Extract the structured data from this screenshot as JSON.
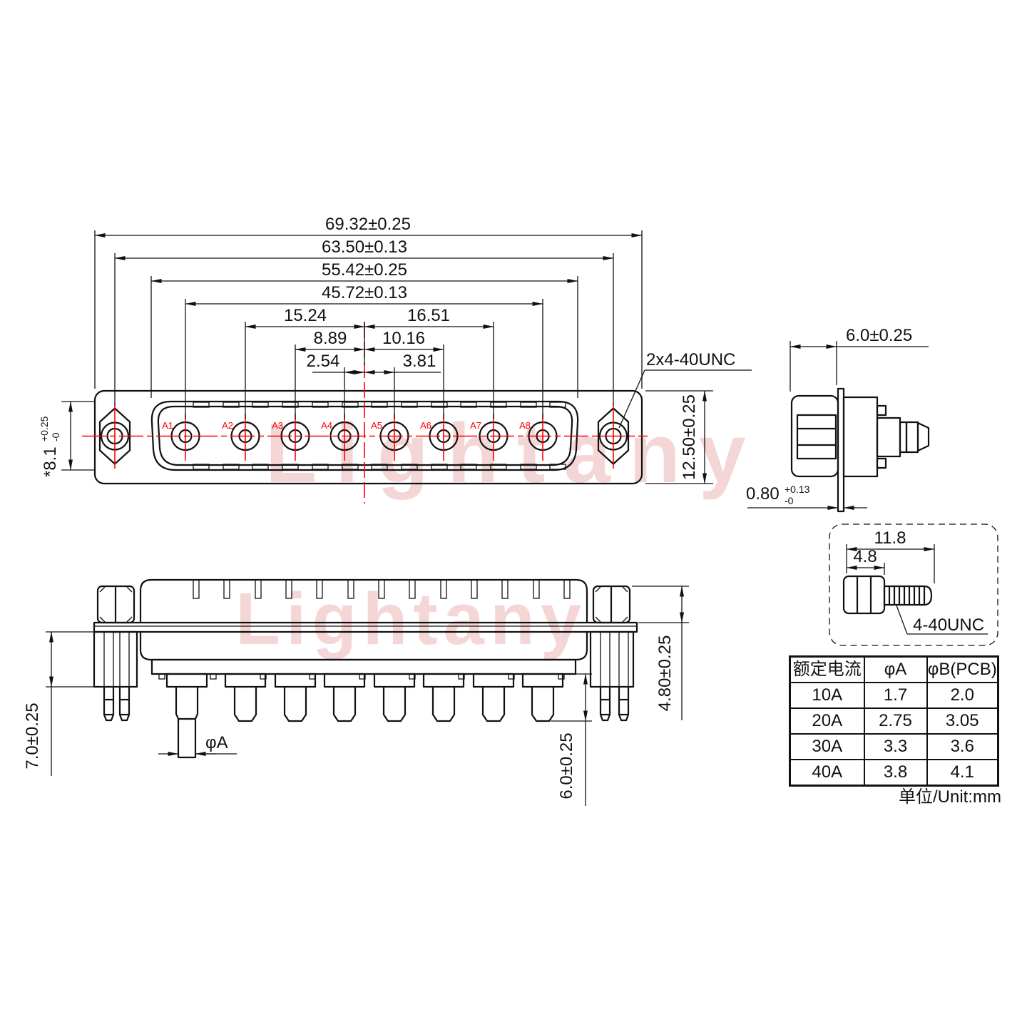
{
  "watermark": {
    "text": "Lightany",
    "color": "#e9a0a0"
  },
  "front_view": {
    "pin_labels": [
      "A1",
      "A2",
      "A3",
      "A4",
      "A5",
      "A6",
      "A7",
      "A8"
    ],
    "thread_callout": "2x4-40UNC",
    "dims": {
      "overall_width": "69.32±0.25",
      "mount_hole_span": "63.50±0.13",
      "shell_width": "55.42±0.25",
      "pin_span": "45.72±0.13",
      "a2_to_center": "15.24",
      "center_to_a7": "16.51",
      "a3_to_center": "8.89",
      "center_to_a6": "10.16",
      "a4_to_center": "2.54",
      "center_to_a5": "3.81",
      "face_height": {
        "value": "*8.1",
        "plus": "+0.25",
        "minus": "-0"
      },
      "body_height": "12.50±0.25"
    }
  },
  "side_view": {
    "dims": {
      "depth": "6.0±0.25",
      "flange_thickness": {
        "value": "0.80",
        "plus": "+0.13",
        "minus": "-0"
      }
    }
  },
  "screw_detail": {
    "dims": {
      "total_length": "11.8",
      "head_length": "4.8"
    },
    "thread_label": "4-40UNC"
  },
  "bottom_view": {
    "dims": {
      "standoff_body_height": "7.0±0.25",
      "nut_height": "4.80±0.25",
      "pin_length": "6.0±0.25",
      "pin_diameter": "φA"
    }
  },
  "spec_table": {
    "headers": [
      "额定电流",
      "φA",
      "φB(PCB)"
    ],
    "rows": [
      [
        "10A",
        "1.7",
        "2.0"
      ],
      [
        "20A",
        "2.75",
        "3.05"
      ],
      [
        "30A",
        "3.3",
        "3.6"
      ],
      [
        "40A",
        "3.8",
        "4.1"
      ]
    ],
    "unit_note": "单位/Unit:mm"
  },
  "colors": {
    "line": "#111111",
    "centerline": "#ff0000"
  }
}
